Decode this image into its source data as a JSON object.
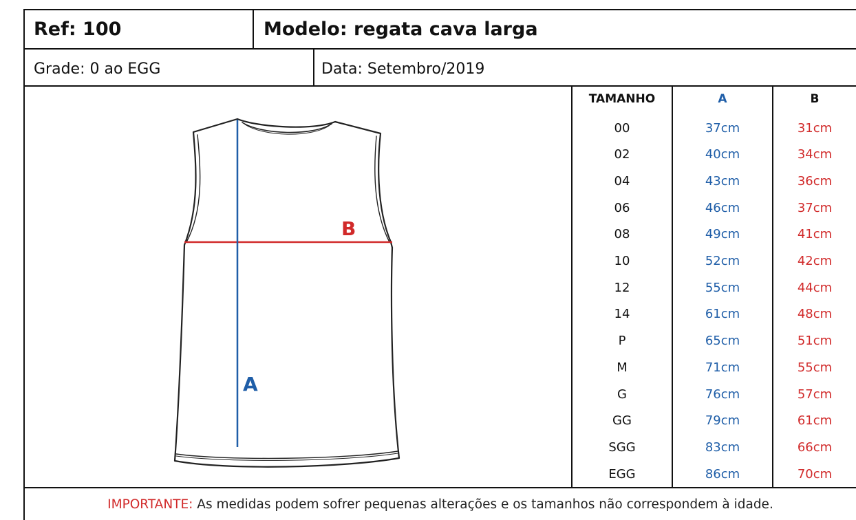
{
  "header": {
    "ref": "Ref: 100",
    "modelo": "Modelo: regata cava larga",
    "grade": "Grade: 0 ao EGG",
    "data": "Data: Setembro/2019"
  },
  "diagram": {
    "label_a": "A",
    "label_b": "B",
    "colors": {
      "a": "#1f5ea8",
      "b": "#d12a2a",
      "outline": "#222222"
    }
  },
  "table": {
    "headers": [
      "TAMANHO",
      "A",
      "B"
    ],
    "rows": [
      {
        "size": "00",
        "a": "37cm",
        "b": "31cm"
      },
      {
        "size": "02",
        "a": "40cm",
        "b": "34cm"
      },
      {
        "size": "04",
        "a": "43cm",
        "b": "36cm"
      },
      {
        "size": "06",
        "a": "46cm",
        "b": "37cm"
      },
      {
        "size": "08",
        "a": "49cm",
        "b": "41cm"
      },
      {
        "size": "10",
        "a": "52cm",
        "b": "42cm"
      },
      {
        "size": "12",
        "a": "55cm",
        "b": "44cm"
      },
      {
        "size": "14",
        "a": "61cm",
        "b": "48cm"
      },
      {
        "size": "P",
        "a": "65cm",
        "b": "51cm"
      },
      {
        "size": "M",
        "a": "71cm",
        "b": "55cm"
      },
      {
        "size": "G",
        "a": "76cm",
        "b": "57cm"
      },
      {
        "size": "GG",
        "a": "79cm",
        "b": "61cm"
      },
      {
        "size": "SGG",
        "a": "83cm",
        "b": "66cm"
      },
      {
        "size": "EGG",
        "a": "86cm",
        "b": "70cm"
      }
    ]
  },
  "footer": {
    "important_label": "IMPORTANTE:",
    "important_text": " As medidas podem sofrer pequenas alterações e os tamanhos não correspondem à idade."
  }
}
